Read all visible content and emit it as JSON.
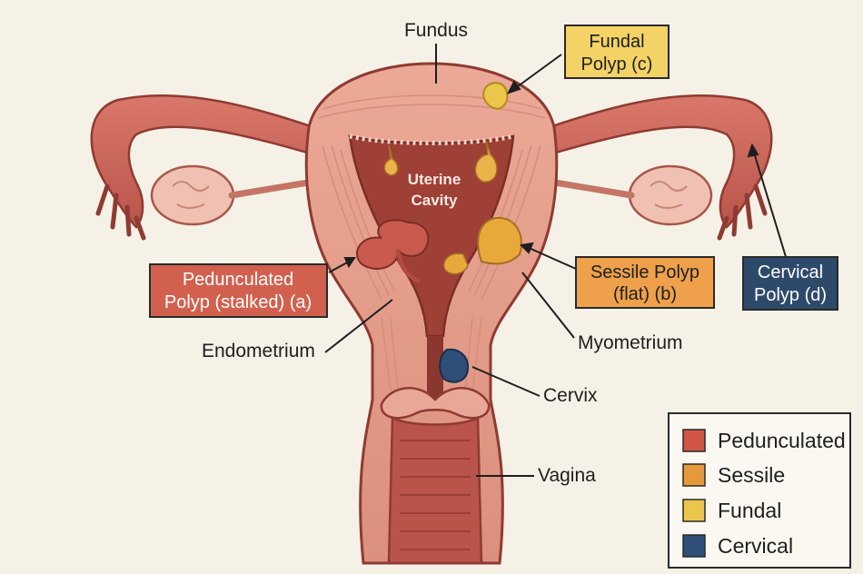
{
  "labels": {
    "fundus": "Fundus",
    "uterine_cavity_1": "Uterine",
    "uterine_cavity_2": "Cavity",
    "endometrium": "Endometrium",
    "myometrium": "Myometrium",
    "cervix": "Cervix",
    "vagina": "Vagina"
  },
  "callouts": {
    "fundal_1": "Fundal",
    "fundal_2": "Polyp (c)",
    "pedunculated_1": "Pedunculated",
    "pedunculated_2": "Polyp (stalked) (a)",
    "sessile_1": "Sessile Polyp",
    "sessile_2": "(flat) (b)",
    "cervical_1": "Cervical",
    "cervical_2": "Polyp (d)"
  },
  "legend": [
    {
      "label": "Pedunculated",
      "color": "#d2554a"
    },
    {
      "label": "Sessile",
      "color": "#e49a3a"
    },
    {
      "label": "Fundal",
      "color": "#ecc64a"
    },
    {
      "label": "Cervical",
      "color": "#2f4f78"
    }
  ],
  "colors": {
    "tissue": "#e6a08f",
    "tissue_dark": "#b9544a",
    "cavity": "#9e4036",
    "fundal_box": "#f3d266",
    "sessile_box": "#eea04a",
    "pedunculated_box": "#d2604e",
    "cervical_box": "#2e4a6b"
  }
}
